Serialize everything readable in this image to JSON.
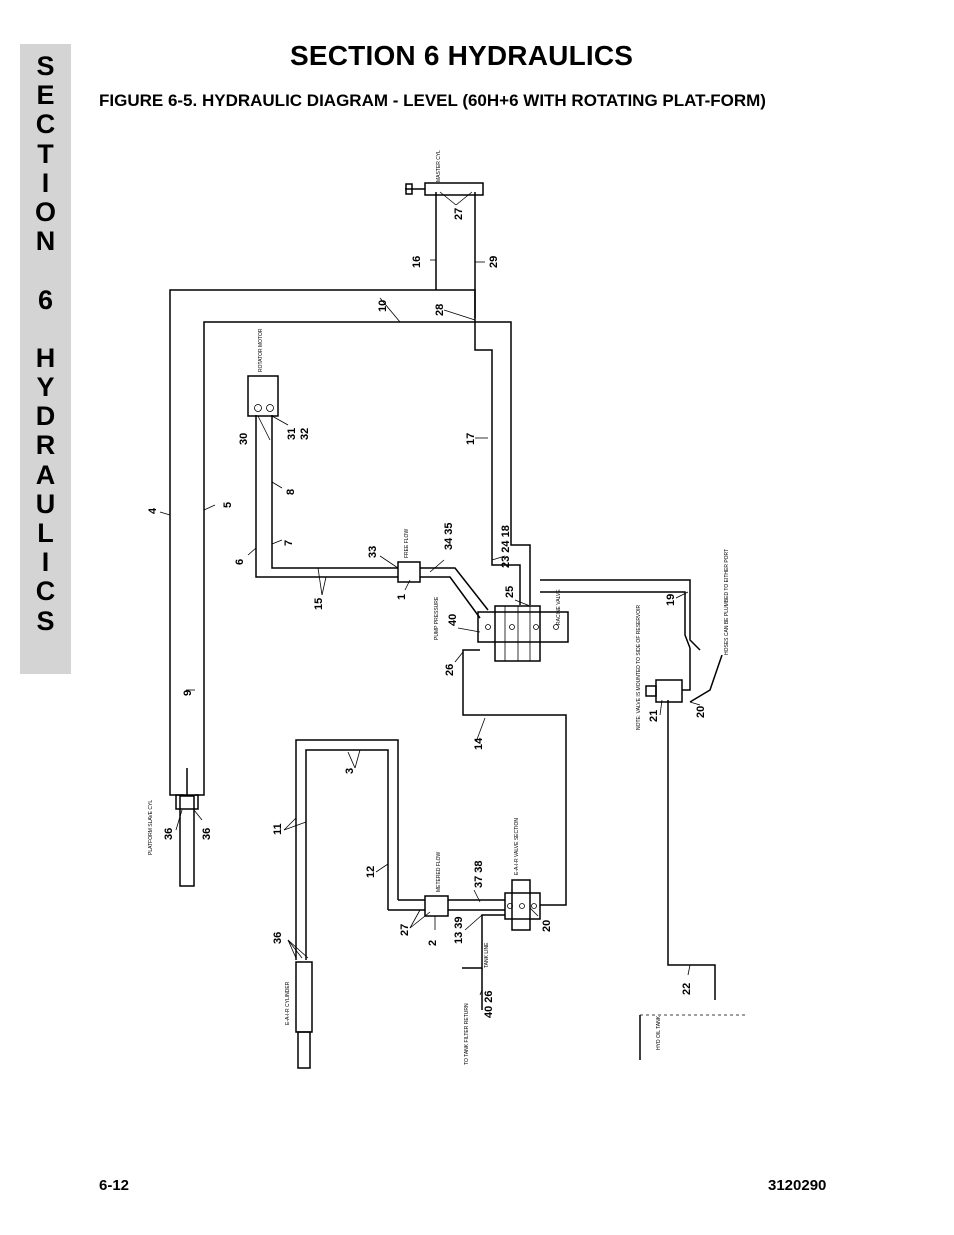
{
  "side_tab": {
    "letters": [
      "S",
      "E",
      "C",
      "T",
      "I",
      "O",
      "N",
      "",
      "6",
      "",
      "H",
      "Y",
      "D",
      "R",
      "A",
      "U",
      "L",
      "I",
      "C",
      "S"
    ]
  },
  "header": {
    "title": "SECTION 6  HYDRAULICS",
    "caption": "FIGURE 6-5.    HYDRAULIC DIAGRAM - LEVEL (60H+6 WITH ROTATING PLAT-FORM)"
  },
  "footer": {
    "page_number": "6-12",
    "doc_number": "3120290"
  },
  "diagram": {
    "components": {
      "master_cyl": "MASTER CYL",
      "rotator_motor": "ROTATOR MOTOR",
      "free_flow": "FREE FLOW",
      "pump_pressure": "PUMP PRESSURE",
      "racine_valve": "RACINE VALVE",
      "hoses_note": "HOSES CAN BE PLUMBED TO EITHER PORT",
      "valve_note": "NOTE: VALVE IS MOUNTED TO SIDE OF RESERVOIR",
      "platform_slave_cyl": "PLATFORM SLAVE CYL",
      "eair_valve_section": "E-A-I-R VALVE SECTION",
      "metered_flow": "METERED FLOW",
      "tank_line": "TANK LINE",
      "to_tank_filter_return": "TO TANK FILTER RETURN",
      "eair_cylinder": "E-A-I-R CYLINDER",
      "hyd_oil_tank": "HYD OIL TANK"
    },
    "callouts": {
      "c27a": "27",
      "c16": "16",
      "c29": "29",
      "c28": "28",
      "c10": "10",
      "c30": "30",
      "c31": "31",
      "c32": "32",
      "c17": "17",
      "c8": "8",
      "c4": "4",
      "c5": "5",
      "c6": "6",
      "c7": "7",
      "c33": "33",
      "c3435": "34 35",
      "c232418": "23 24 18",
      "c15": "15",
      "c1": "1",
      "c25": "25",
      "c19": "19",
      "c40a": "40",
      "c26a": "26",
      "c21": "21",
      "c20a": "20",
      "c9": "9",
      "c14": "14",
      "c3": "3",
      "c36a": "36",
      "c36b": "36",
      "c11": "11",
      "c12": "12",
      "c3738": "37 38",
      "c27b": "27",
      "c2": "2",
      "c1339": "13 39",
      "c20b": "20",
      "c36c": "36",
      "c4026": "40 26",
      "c22": "22"
    }
  }
}
